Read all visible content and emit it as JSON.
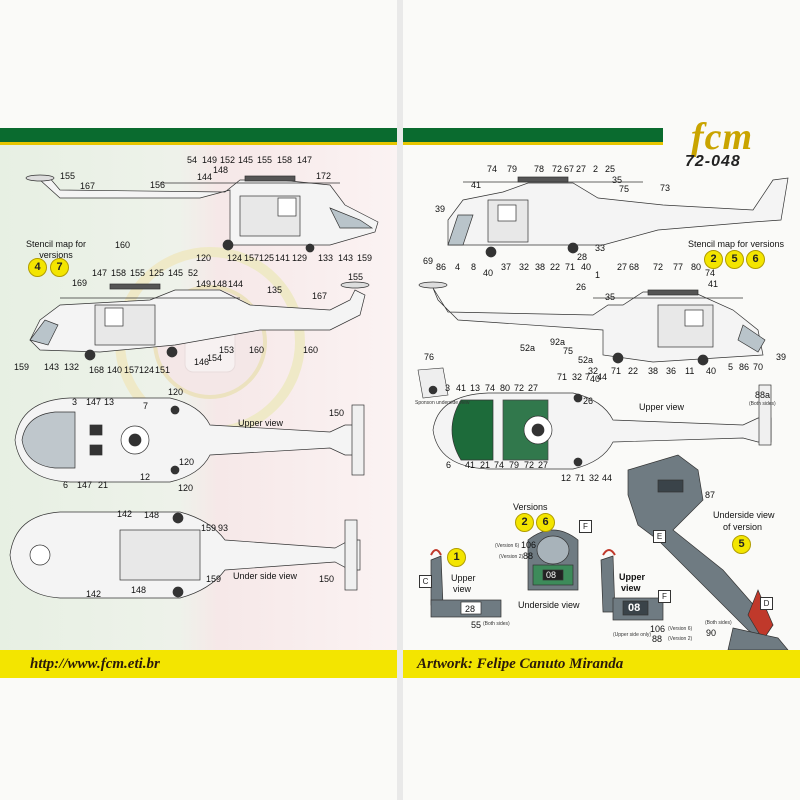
{
  "left_sheet": {
    "footer_url": "http://www.fcm.eti.br",
    "stencil_note": "Stencil map for versions",
    "versions": [
      "4",
      "7"
    ],
    "upper_view_label": "Upper view",
    "under_side_view_label": "Under side view",
    "side_view_1_callouts": [
      "155",
      "167",
      "156",
      "144",
      "148",
      "54",
      "149",
      "152",
      "145",
      "155",
      "158",
      "147",
      "172",
      "160",
      "120",
      "124",
      "157",
      "125",
      "141",
      "129",
      "133",
      "143",
      "159"
    ],
    "side_view_2_callouts": [
      "147",
      "158",
      "155",
      "125",
      "145",
      "52",
      "169",
      "149",
      "148",
      "144",
      "135",
      "155",
      "167",
      "159",
      "143",
      "132",
      "168",
      "140",
      "157",
      "124",
      "151",
      "146",
      "153",
      "154",
      "160",
      "160"
    ],
    "upper_view_callouts": [
      "120",
      "3",
      "147",
      "13",
      "7",
      "150",
      "120",
      "6",
      "147",
      "21",
      "12",
      "120"
    ],
    "under_view_callouts": [
      "142",
      "148",
      "159",
      "93",
      "142",
      "148",
      "159",
      "150"
    ]
  },
  "right_sheet": {
    "logo": "fcm",
    "logo_code": "72-048",
    "footer_artwork_label": "Artwork:",
    "footer_artist": "Felipe Canuto Miranda",
    "stencil_note": "Stencil map for versions",
    "stencil_versions": [
      "2",
      "5",
      "6"
    ],
    "upper_view_label": "Upper view",
    "underside_view_label": "Underside view",
    "underside_version_note_1": "Underside view",
    "underside_version_note_2": "of version",
    "underside_version": "5",
    "versions_label": "Versions",
    "versions_pair": [
      "2",
      "6"
    ],
    "side_view_1_callouts": [
      "74",
      "79",
      "78",
      "72",
      "67",
      "27",
      "2",
      "25",
      "35",
      "75",
      "41",
      "73",
      "39",
      "69",
      "86",
      "4",
      "8",
      "40",
      "37",
      "32",
      "38",
      "22",
      "71",
      "40",
      "33",
      "28"
    ],
    "side_view_2_callouts": [
      "27",
      "68",
      "72",
      "77",
      "80",
      "74",
      "1",
      "26",
      "35",
      "41",
      "52a",
      "92a",
      "75",
      "52a",
      "32",
      "40",
      "71",
      "22",
      "38",
      "36",
      "11",
      "40",
      "5",
      "86",
      "70",
      "39"
    ],
    "upper_view_callouts": [
      "3",
      "41",
      "13",
      "74",
      "80",
      "72",
      "27",
      "71",
      "32",
      "7",
      "44",
      "26",
      "6",
      "41",
      "21",
      "74",
      "79",
      "72",
      "27",
      "12",
      "71",
      "32",
      "44"
    ],
    "misc_callouts": [
      "76",
      "88a",
      "87",
      "106",
      "88",
      "55",
      "106",
      "88",
      "90"
    ],
    "sponson_note": "Sponson underside view",
    "both_sides": "(Both sides)",
    "version6": "(Version 6)",
    "version2": "(Version 2)",
    "upper_side_only": "(Upper side only)",
    "panel_letters": [
      "C",
      "F",
      "E",
      "D",
      "F"
    ],
    "badge_1": "1",
    "upper_view_small": "Upper",
    "view_small": "view",
    "upper_view_small_2": "Upper",
    "view_small_2": "view",
    "codes": [
      "28",
      "08",
      "08"
    ]
  },
  "colors": {
    "green_band": "#0a6b2f",
    "yellow_band": "#f3e500",
    "aircraft_grey": "#6f7b82",
    "aircraft_white": "#f4f4f4"
  }
}
